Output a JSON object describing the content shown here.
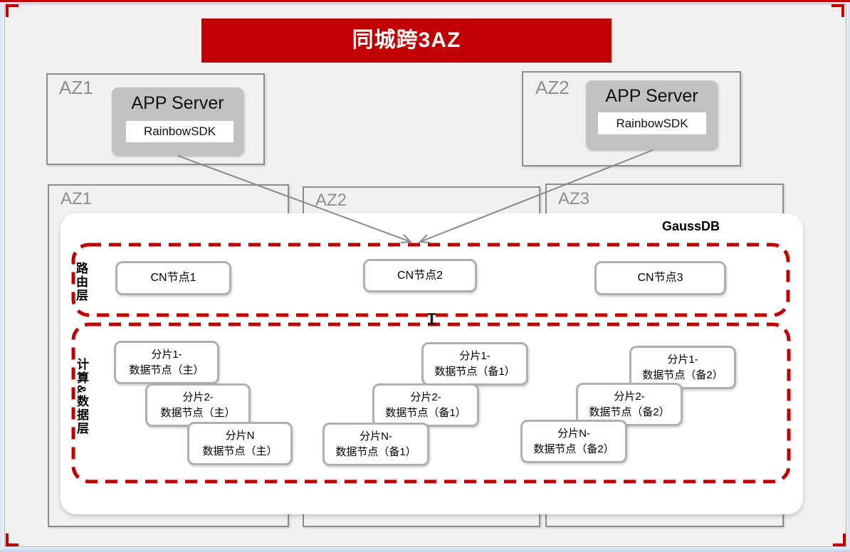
{
  "title": {
    "text": "同城跨3AZ"
  },
  "colors": {
    "accent_red": "#C00000",
    "border_gray": "#8C8C8C",
    "node_border": "#B0B0B0",
    "background": "#F0F0F0",
    "app_fill": "#C2C2C2"
  },
  "app_zones": [
    {
      "label": "AZ1",
      "server": "APP Server",
      "sdk": "RainbowSDK"
    },
    {
      "label": "AZ2",
      "server": "APP Server",
      "sdk": "RainbowSDK"
    }
  ],
  "db_zones": [
    {
      "label": "AZ1"
    },
    {
      "label": "AZ2"
    },
    {
      "label": "AZ3"
    }
  ],
  "gaussdb": {
    "label": "GaussDB",
    "routing_layer": {
      "label": "路由层",
      "nodes": [
        "CN节点1",
        "CN节点2",
        "CN节点3"
      ]
    },
    "data_layer": {
      "label": "计算&数据层",
      "groups": [
        {
          "zone": "AZ1",
          "shards": [
            {
              "line1": "分片1-",
              "line2": "数据节点（主）"
            },
            {
              "line1": "分片2-",
              "line2": "数据节点（主）"
            },
            {
              "line1": "分片N",
              "line2": "数据节点（主）"
            }
          ]
        },
        {
          "zone": "AZ2",
          "shards": [
            {
              "line1": "分片1-",
              "line2": "数据节点（备1）"
            },
            {
              "line1": "分片2-",
              "line2": "数据节点（备1）"
            },
            {
              "line1": "分片N-",
              "line2": "数据节点（备1）"
            }
          ]
        },
        {
          "zone": "AZ3",
          "shards": [
            {
              "line1": "分片1-",
              "line2": "数据节点（备2）"
            },
            {
              "line1": "分片2-",
              "line2": "数据节点（备2）"
            },
            {
              "line1": "分片N-",
              "line2": "数据节点（备2）"
            }
          ]
        }
      ]
    }
  }
}
